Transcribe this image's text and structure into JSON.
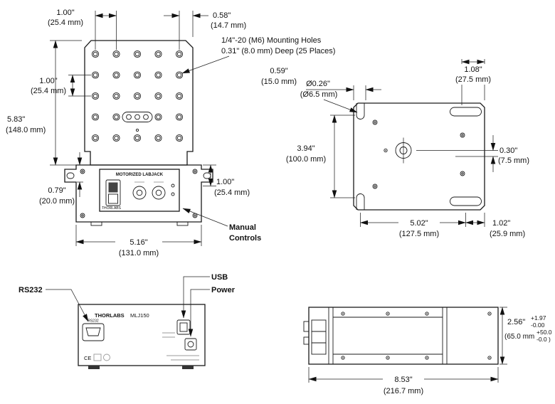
{
  "colors": {
    "line": "#1a1a1a",
    "text": "#111111",
    "background": "#ffffff"
  },
  "top_view": {
    "pitch_x_in": "1.00\"",
    "pitch_x_mm": "(25.4 mm)",
    "edge_in": "0.58\"",
    "edge_mm": "(14.7 mm)",
    "note_line1": "1/4\"-20 (M6) Mounting Holes",
    "note_line2": "0.31\" (8.0 mm) Deep (25 Places)",
    "pitch_y_in": "1.00\"",
    "pitch_y_mm": "(25.4 mm)",
    "height_in": "5.83\"",
    "height_mm": "(148.0 mm)",
    "offset_in": "0.79\"",
    "offset_mm": "(20.0 mm)",
    "right_in": "1.00\"",
    "right_mm": "(25.4 mm)",
    "manual_line1": "Manual",
    "manual_line2": "Controls",
    "width_in": "5.16\"",
    "width_mm": "(131.0 mm)",
    "panel_title": "MOTORIZED LABJACK",
    "panel_brand": "THORLABS"
  },
  "bottom_view": {
    "slot_in": "0.59\"",
    "slot_mm": "(15.0 mm)",
    "dia_in": "Ø0.26\"",
    "dia_mm": "(Ø6.5 mm)",
    "top_right_in": "1.08\"",
    "top_right_mm": "(27.5 mm)",
    "left_in": "3.94\"",
    "left_mm": "(100.0 mm)",
    "right_in": "0.30\"",
    "right_mm": "(7.5 mm)",
    "bottom_in": "5.02\"",
    "bottom_mm": "(127.5 mm)",
    "bottom_right_in": "1.02\"",
    "bottom_right_mm": "(25.9 mm)"
  },
  "rear_view": {
    "label_rs232": "RS232",
    "label_usb": "USB",
    "label_power": "Power",
    "brand": "THORLABS",
    "model": "MLJ150",
    "connector_label": "RS232",
    "cert_ce": "CE"
  },
  "side_view": {
    "height_in": "2.56\"",
    "height_tol_plus_in": "+1.97",
    "height_tol_minus_in": "-0.00",
    "height_mm": "(65.0 mm",
    "height_tol_plus_mm": "+50.0",
    "height_tol_minus_mm": "-0.0 )",
    "length_in": "8.53\"",
    "length_mm": "(216.7 mm)"
  }
}
